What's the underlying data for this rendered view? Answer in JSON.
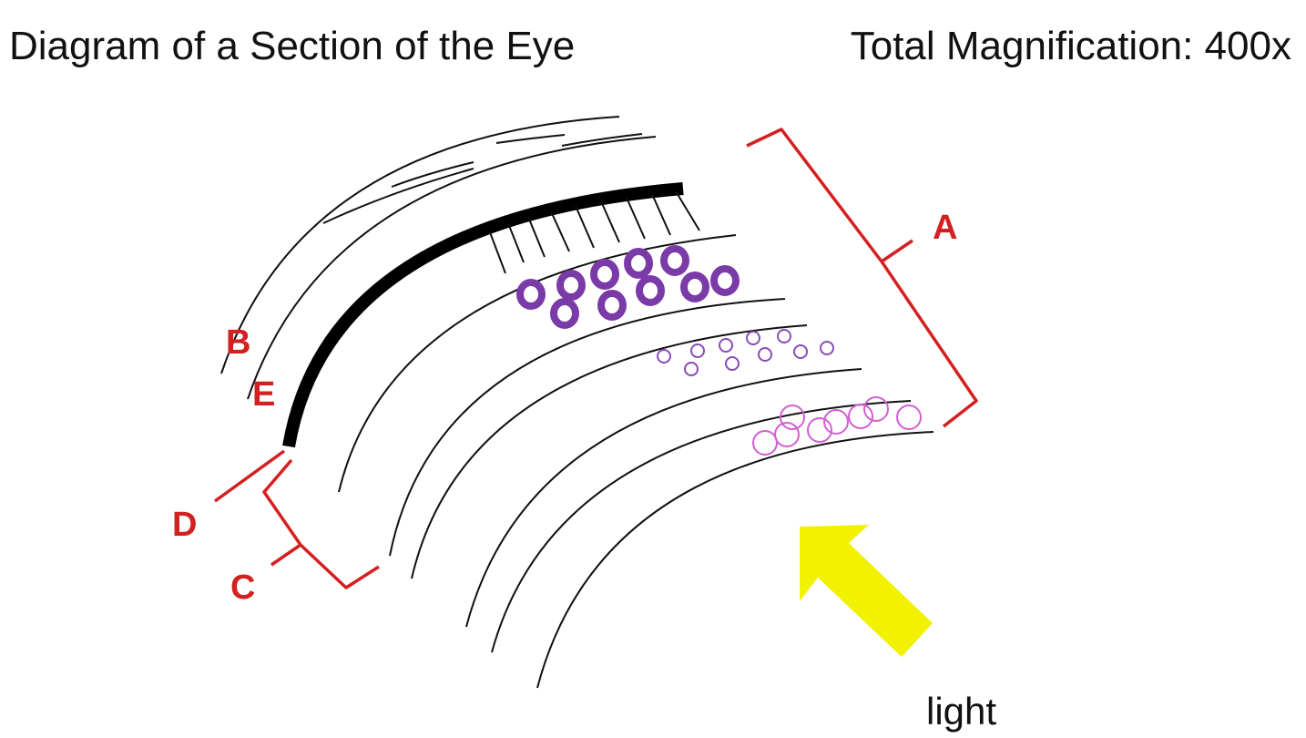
{
  "header": {
    "title": "Diagram of a Section of the Eye",
    "magnification": "Total Magnification: 400x"
  },
  "labels": {
    "a": "A",
    "b": "B",
    "c": "C",
    "d": "D",
    "e": "E",
    "light": "light"
  },
  "colors": {
    "label_red": "#d42020",
    "arrow_yellow": "#f2f200",
    "large_cells_purple": "#7a3aa8",
    "small_cells_purple": "#8a4bb5",
    "outer_cells_magenta": "#d35fd3",
    "lines_black": "#111111"
  }
}
